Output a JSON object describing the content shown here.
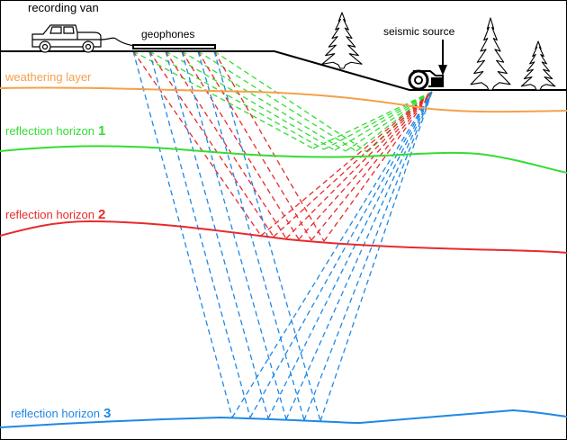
{
  "labels": {
    "recording_van": "recording van",
    "geophones": "geophones",
    "seismic_source": "seismic source",
    "weathering_layer": "weathering layer",
    "horizon1_text": "reflection horizon",
    "horizon1_num": "1",
    "horizon2_text": "reflection horizon",
    "horizon2_num": "2",
    "horizon3_text": "reflection horizon",
    "horizon3_num": "3"
  },
  "colors": {
    "weathering": "#f5a04a",
    "horizon1": "#33dd33",
    "horizon2": "#e82a2a",
    "horizon3": "#1e88e5",
    "ink": "#000000"
  },
  "icons": [
    "van-icon",
    "tree-icon",
    "vibrator-truck-icon",
    "down-arrow-icon"
  ]
}
